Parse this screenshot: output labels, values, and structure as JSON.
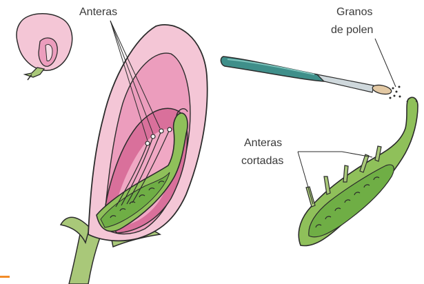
{
  "labels": {
    "anteras": "Anteras",
    "granos_line1": "Granos",
    "granos_line2": "de polen",
    "cortadas_line1": "Anteras",
    "cortadas_line2": "cortadas"
  },
  "colors": {
    "petal_light": "#f4c6d6",
    "petal_mid": "#ec9dbd",
    "petal_dark": "#d9709b",
    "leaf_green": "#a9c879",
    "pistil_green": "#8fc05a",
    "ovary_fill": "#6fae45",
    "tool_teal": "#3f8f8a",
    "outline": "#2b2b2b",
    "accent_orange": "#f28c28"
  }
}
